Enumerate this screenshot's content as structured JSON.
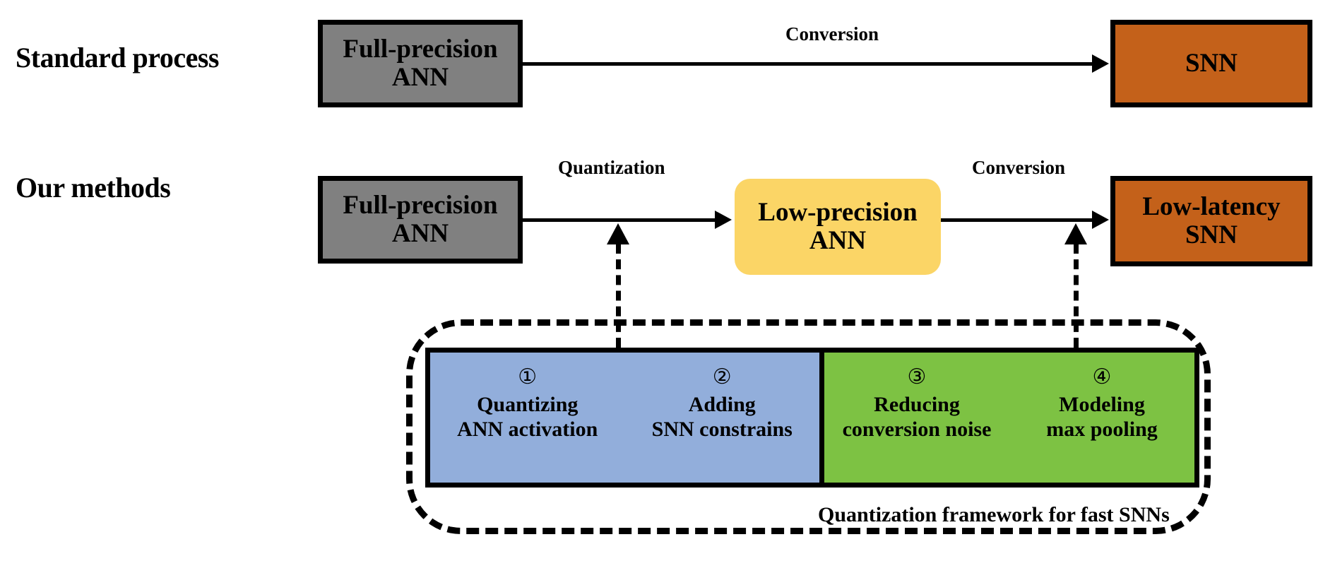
{
  "colors": {
    "ann_fill": "#808080",
    "snn_fill": "#C4611A",
    "low_precision_fill": "#FBD566",
    "blue_section": "#92AEDB",
    "green_section": "#7DC243",
    "stroke": "#000000",
    "background": "#FFFFFF"
  },
  "rows": {
    "standard": {
      "label": "Standard process",
      "source_box": "Full-precision\nANN",
      "edge_label": "Conversion",
      "target_box": "SNN"
    },
    "ours": {
      "label": "Our methods",
      "source_box": "Full-precision\nANN",
      "edge_label_1": "Quantization",
      "middle_box": "Low-precision\nANN",
      "edge_label_2": "Conversion",
      "target_box": "Low-latency\nSNN"
    }
  },
  "framework": {
    "caption": "Quantization framework for fast SNNs",
    "sections": [
      {
        "name": "blue",
        "cells": [
          {
            "number": "①",
            "text": "Quantizing\nANN activation"
          },
          {
            "number": "②",
            "text": "Adding\nSNN constrains"
          }
        ]
      },
      {
        "name": "green",
        "cells": [
          {
            "number": "③",
            "text": "Reducing\nconversion noise"
          },
          {
            "number": "④",
            "text": "Modeling\nmax pooling"
          }
        ]
      }
    ]
  }
}
